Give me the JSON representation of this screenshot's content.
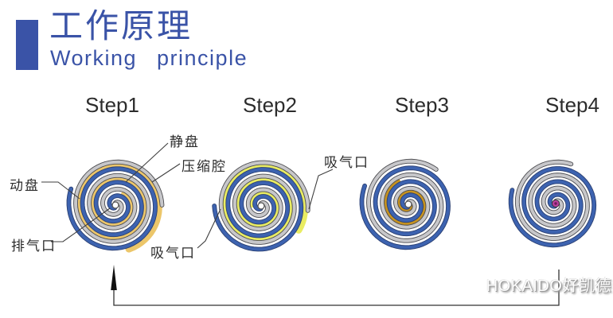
{
  "header": {
    "title_zh": "工作原理",
    "title_en": "Working principle",
    "accent_color": "#3a53a7"
  },
  "steps": [
    {
      "label": "Step1",
      "gas_color": "#ecc66a"
    },
    {
      "label": "Step2",
      "gas_color": "#e9ec62"
    },
    {
      "label": "Step3",
      "gas_color": "#c6921f"
    },
    {
      "label": "Step4",
      "gas_color": null
    }
  ],
  "annotations": {
    "static_disc": "静盘",
    "compression_chamber": "压缩腔",
    "moving_disc": "动盘",
    "exhaust_port": "排气口",
    "suction_port_bottom": "吸气口",
    "suction_port_right": "吸气口"
  },
  "watermark": "HOKAIDO好凯德",
  "colors": {
    "fixed_scroll": "#c7c7ca",
    "fixed_scroll_outline": "#4c4c50",
    "moving_scroll": "#3d63b0",
    "moving_scroll_outline": "#2a3f72",
    "leader_line": "#3f3f3f",
    "discharge_dot_step4": "#bb3f9f"
  }
}
